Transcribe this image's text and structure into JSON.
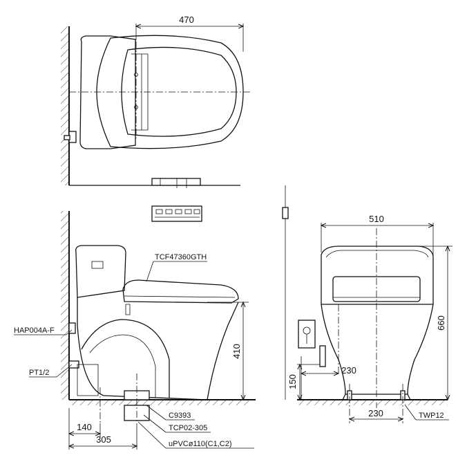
{
  "dimensions": {
    "top_width": "470",
    "front_width": "510",
    "front_height": "660",
    "side_height": "410",
    "front_supply_offset": "230",
    "front_supply_height": "150",
    "front_base_width": "230",
    "side_supply_offset": "140",
    "side_drain_offset": "305"
  },
  "labels": {
    "seat_model": "TCF47360GTH",
    "valve": "HAP004A-F",
    "thread": "PT1/2",
    "bolt": "C9393",
    "flange": "TCP02-305",
    "drain_pipe": "uPVCø110(C1,C2)",
    "floor_bolt": "TWP12"
  },
  "remote_icons": [
    "remote-button",
    "remote-button",
    "remote-button",
    "remote-button",
    "remote-button"
  ]
}
